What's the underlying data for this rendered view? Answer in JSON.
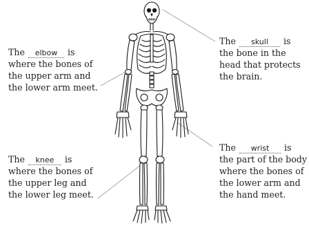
{
  "labels": {
    "elbow": {
      "prefix": "The",
      "answer": "elbow",
      "suffix": "is",
      "lines": [
        "where the bones of",
        "the upper arm and",
        "the lower arm meet."
      ]
    },
    "knee": {
      "prefix": "The",
      "answer": "knee",
      "suffix": "is",
      "lines": [
        "where the bones of",
        "the upper leg and",
        "the lower leg meet."
      ]
    },
    "skull": {
      "prefix": "The",
      "answer": "skull",
      "suffix": "is",
      "lines": [
        "the bone in the",
        "head that protects",
        "the brain."
      ]
    },
    "wrist": {
      "prefix": "The",
      "answer": "wrist",
      "suffix": "is",
      "lines": [
        "the part of the body",
        "where the bones of",
        "the lower arm and",
        "the hand meet."
      ]
    }
  }
}
